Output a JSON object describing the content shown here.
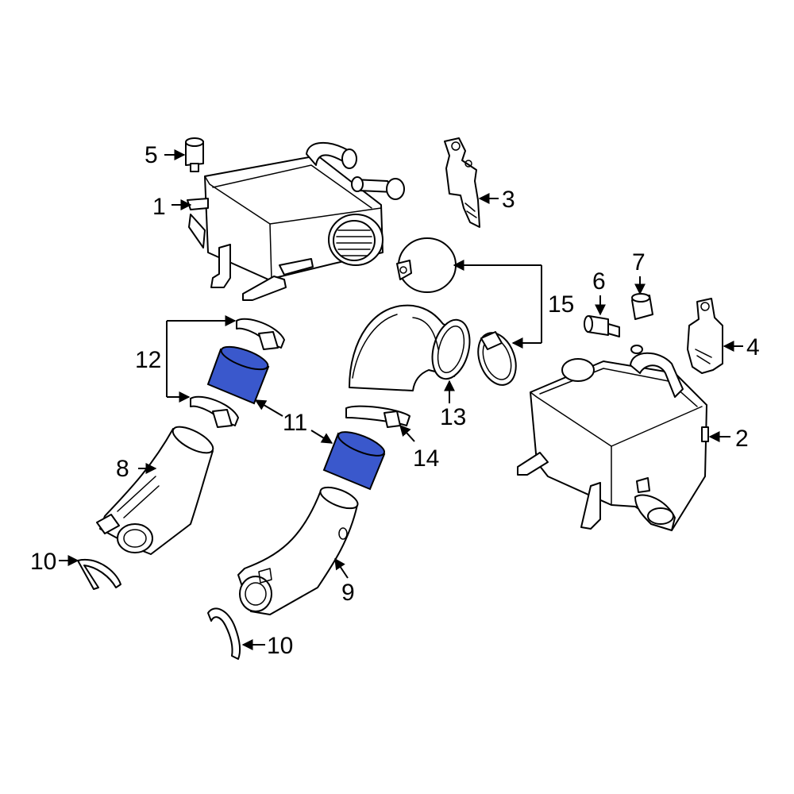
{
  "colors": {
    "background": "#ffffff",
    "line": "#000000",
    "highlight": "#3a58cc"
  },
  "callouts": [
    {
      "id": "c1",
      "label": "1"
    },
    {
      "id": "c2",
      "label": "2"
    },
    {
      "id": "c3",
      "label": "3"
    },
    {
      "id": "c4",
      "label": "4"
    },
    {
      "id": "c5",
      "label": "5"
    },
    {
      "id": "c6",
      "label": "6"
    },
    {
      "id": "c7",
      "label": "7"
    },
    {
      "id": "c8",
      "label": "8"
    },
    {
      "id": "c9",
      "label": "9"
    },
    {
      "id": "c10a",
      "label": "10"
    },
    {
      "id": "c10b",
      "label": "10"
    },
    {
      "id": "c11",
      "label": "11"
    },
    {
      "id": "c12",
      "label": "12"
    },
    {
      "id": "c13",
      "label": "13"
    },
    {
      "id": "c14",
      "label": "14"
    },
    {
      "id": "c15",
      "label": "15"
    }
  ],
  "highlighted_parts": [
    "11"
  ]
}
